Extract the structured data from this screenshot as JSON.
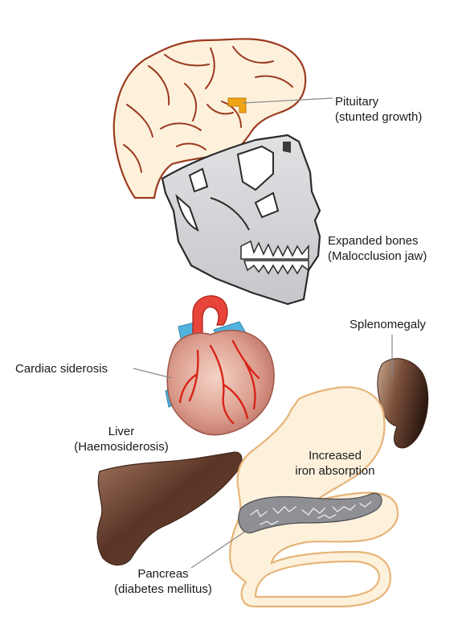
{
  "labels": {
    "pituitary": [
      "Pituitary",
      "(stunted growth)"
    ],
    "bones": [
      "Expanded bones",
      "(Malocclusion jaw)"
    ],
    "spleen": [
      "Splenomegaly"
    ],
    "cardiac": [
      "Cardiac siderosis"
    ],
    "liver": [
      "Liver",
      "(Haemosiderosis)"
    ],
    "iron": [
      "Increased",
      "iron absorption"
    ],
    "pancreas": [
      "Pancreas",
      "(diabetes mellitus)"
    ]
  },
  "colors": {
    "brain_fill": "#fdf1dc",
    "brain_outline": "#9b3a1e",
    "pituitary": "#f0a418",
    "skull_fill": "#d4d6d9",
    "skull_outline": "#2a2a2a",
    "heart_fill": "#d8958a",
    "heart_vessel": "#d82418",
    "aorta": "#e8453a",
    "vein_blue": "#52b4de",
    "liver_dark": "#5a3526",
    "liver_light": "#a27560",
    "spleen_dark": "#3a2117",
    "spleen_light": "#b08a72",
    "gut_fill": "#fdf1dc",
    "gut_outline": "#e7b478",
    "pancreas_fill": "#8e9094",
    "leader": "#8a8a8a"
  }
}
